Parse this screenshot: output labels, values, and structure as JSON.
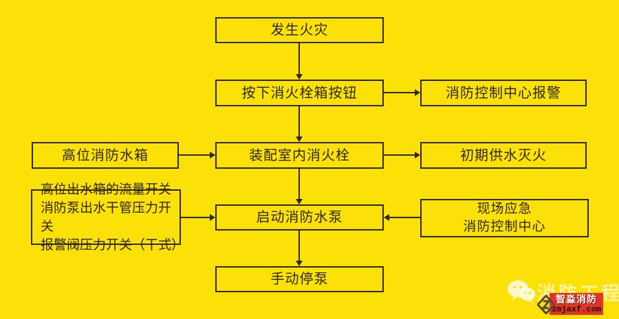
{
  "colors": {
    "background": "#fbe108",
    "line": "#2f2815",
    "badge_red": "#e23424"
  },
  "flowchart": {
    "nodes": {
      "fire_occurs": {
        "label": "发生火灾"
      },
      "press_button": {
        "label": "按下消火栓箱按钮"
      },
      "control_center_alarm": {
        "label": "消防控制中心报警"
      },
      "high_level_tank": {
        "label": "高位消防水箱"
      },
      "indoor_hydrant": {
        "label": "装配室内消火栓"
      },
      "initial_water": {
        "label": "初期供水灭火"
      },
      "switches": {
        "lines": [
          "高位出水箱的流量开关",
          "消防泵出水干管压力开关",
          "报警阀压力开关（干式）"
        ]
      },
      "start_pump": {
        "label": "启动消防水泵"
      },
      "onsite_emergency": {
        "lines": [
          "现场应急",
          "消防控制中心"
        ]
      },
      "manual_stop": {
        "label": "手动停泵"
      }
    },
    "edges": [
      {
        "from": "fire_occurs",
        "to": "press_button",
        "direction": "down"
      },
      {
        "from": "press_button",
        "to": "control_center_alarm",
        "direction": "right"
      },
      {
        "from": "press_button",
        "to": "indoor_hydrant",
        "direction": "down"
      },
      {
        "from": "high_level_tank",
        "to": "indoor_hydrant",
        "direction": "right"
      },
      {
        "from": "indoor_hydrant",
        "to": "initial_water",
        "direction": "right"
      },
      {
        "from": "indoor_hydrant",
        "to": "start_pump",
        "direction": "down"
      },
      {
        "from": "switches",
        "to": "start_pump",
        "direction": "right"
      },
      {
        "from": "onsite_emergency",
        "to": "start_pump",
        "direction": "left"
      },
      {
        "from": "start_pump",
        "to": "manual_stop",
        "direction": "down"
      }
    ]
  },
  "watermark": {
    "wechat_icon": "wechat-bubbles-icon",
    "brand_text": "消防工程",
    "badge_title": "智淼消防",
    "badge_url": "zmjaxf.com"
  }
}
